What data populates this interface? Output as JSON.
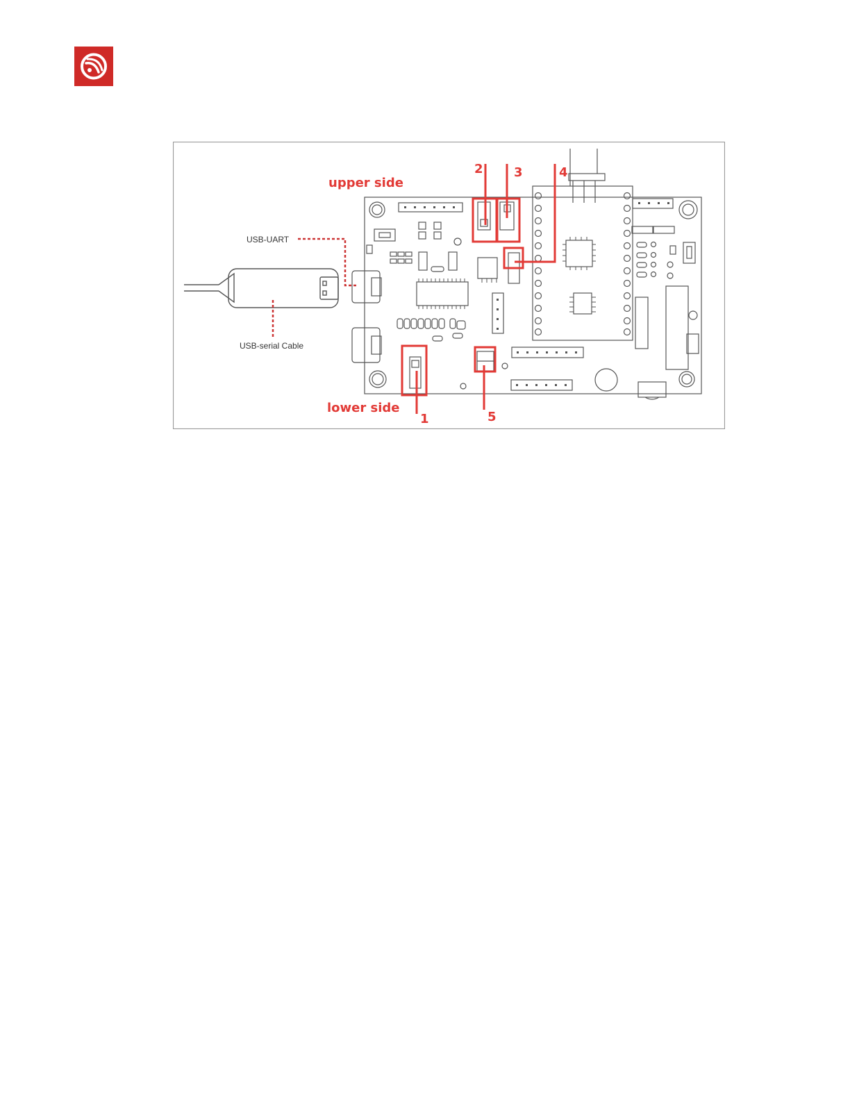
{
  "diagram": {
    "labels": {
      "upper_side": "upper side",
      "lower_side": "lower side",
      "usb_uart": "USB-UART",
      "usb_serial_cable": "USB-serial Cable"
    },
    "markers": [
      "1",
      "2",
      "3",
      "4",
      "5"
    ]
  },
  "colors": {
    "brand_red": "#cf2a27",
    "annotation_red": "#e23a36",
    "line_gray": "#555555"
  },
  "icons": {
    "logo": "espressif-logo-icon"
  }
}
